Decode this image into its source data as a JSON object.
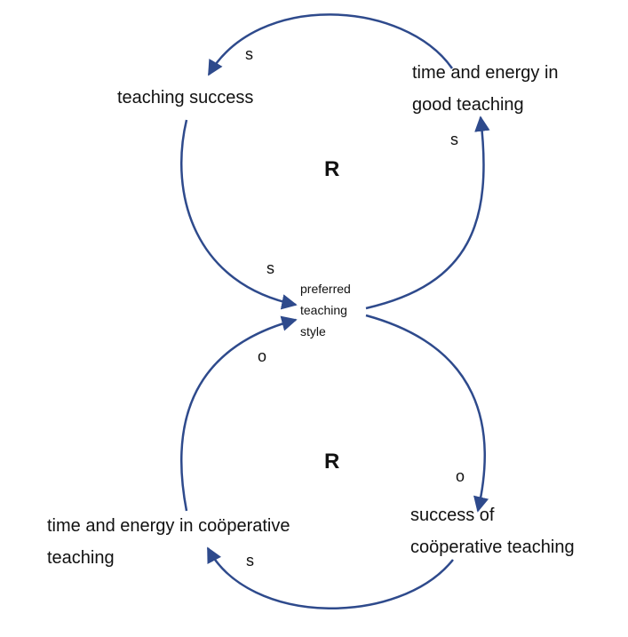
{
  "nodes": {
    "teaching_success": "teaching success",
    "time_energy_good": "time and energy in\ngood teaching",
    "preferred_style": "preferred\nteaching\nstyle",
    "time_energy_coop": "time and energy in coöperative\nteaching",
    "success_coop": "success of\ncoöperative teaching"
  },
  "polarities": {
    "top_left": "s",
    "top_right": "s",
    "mid_upper": "s",
    "mid_lower": "o",
    "bottom_right": "o",
    "bottom": "s"
  },
  "loops": {
    "top": "R",
    "bottom": "R"
  },
  "colors": {
    "arrow": "#2e4a8c",
    "text": "#111111"
  }
}
